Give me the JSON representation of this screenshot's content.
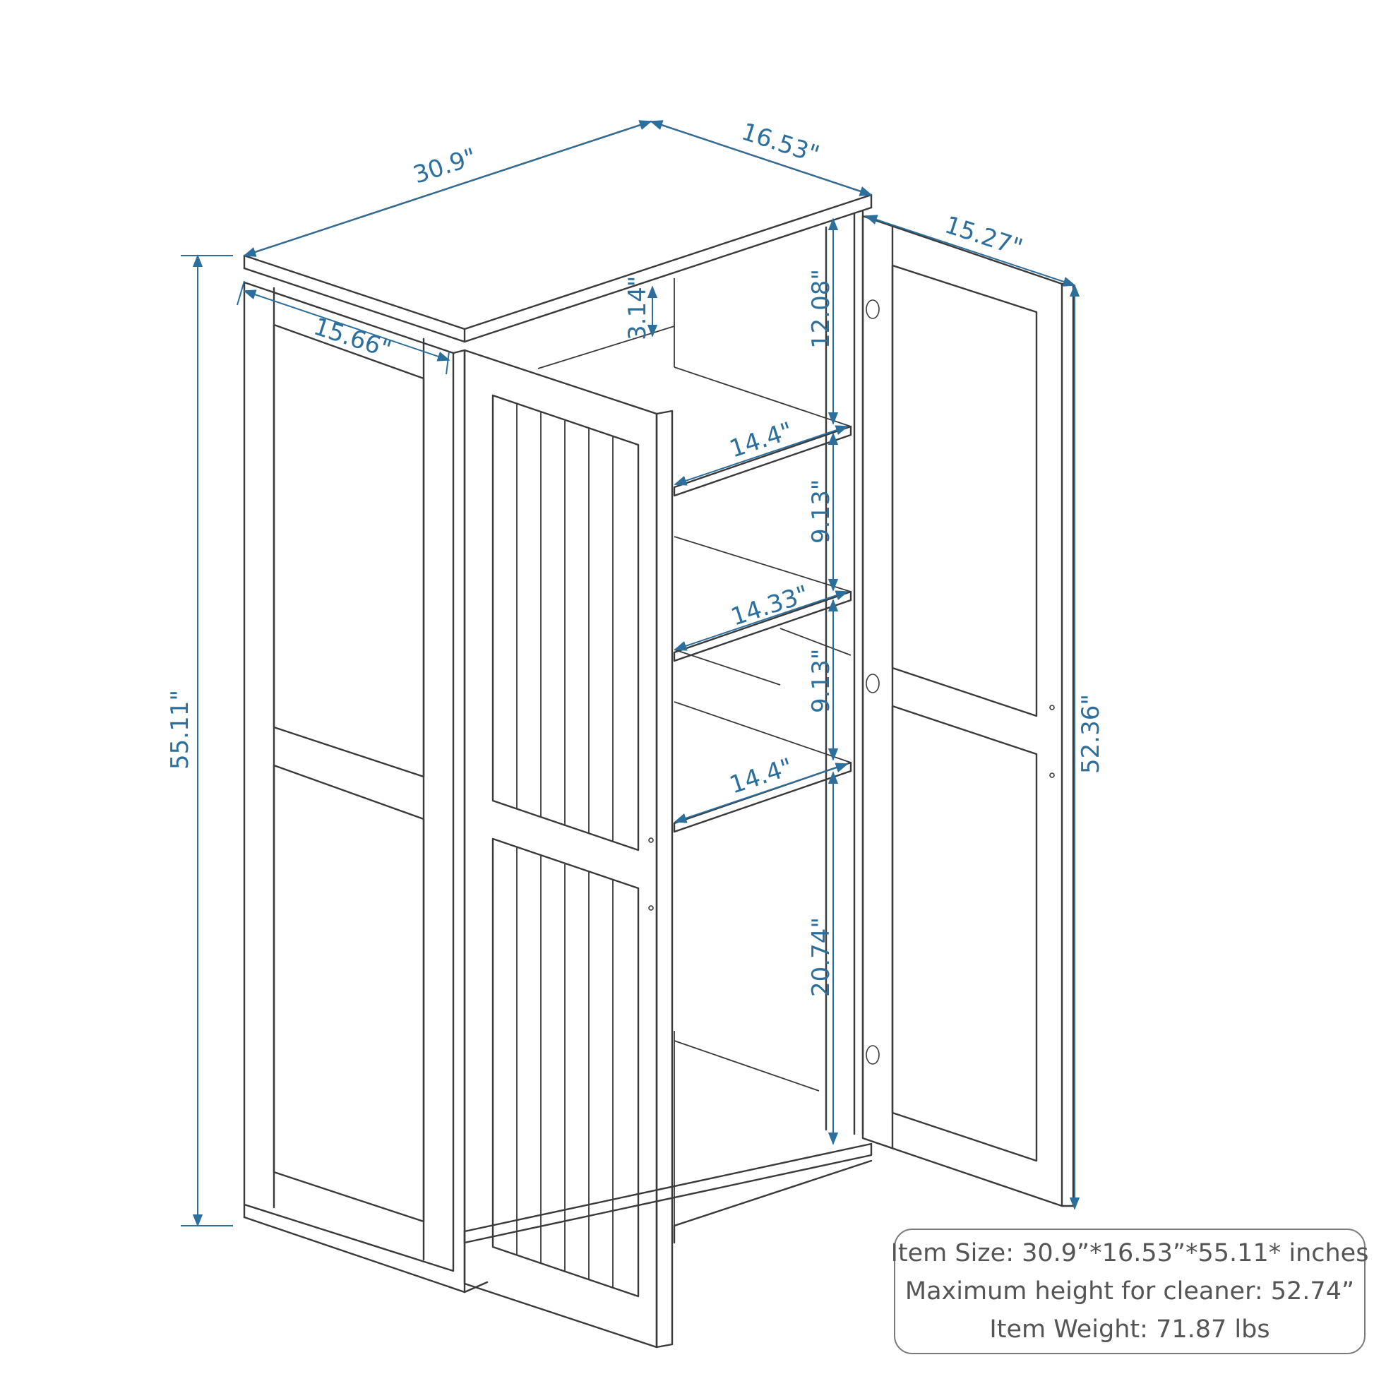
{
  "dimensions": {
    "width": "30.9\"",
    "depth": "16.53\"",
    "height": "55.11\"",
    "left_door_width": "15.66\"",
    "right_door_width": "15.27\"",
    "door_height": "52.36\"",
    "top_gap": "3.14\"",
    "top_shelf_space": "12.08\"",
    "shelf_1_width": "14.4\"",
    "shelf_space_1": "9.13\"",
    "shelf_2_width": "14.33\"",
    "shelf_space_2": "9.13\"",
    "shelf_3_width": "14.4\"",
    "bottom_space": "20.74\""
  },
  "info": {
    "item_size": "Item Size: 30.9”*16.53”*55.11* inches",
    "max_height": "Maximum height for cleaner: 52.74”",
    "item_weight": "Item Weight: 71.87 lbs"
  }
}
